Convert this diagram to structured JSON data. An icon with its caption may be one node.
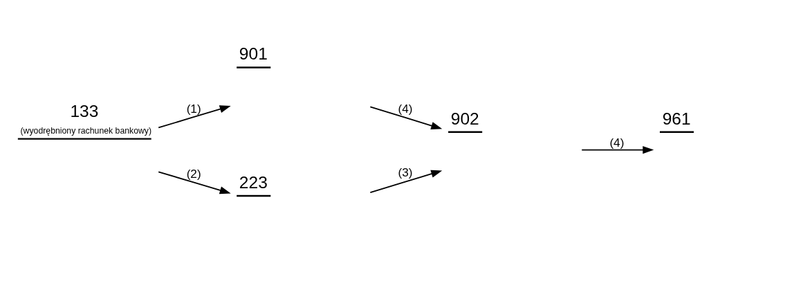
{
  "diagram": {
    "nodes": [
      {
        "text": [
          "901"
        ]
      },
      {
        "text": [
          "133",
          "(wyodrębniony rachunek bankowy)"
        ]
      },
      {
        "text": [
          "223"
        ]
      },
      {
        "text": [
          "902"
        ]
      },
      {
        "text": [
          "961"
        ]
      }
    ],
    "edges": [
      {
        "from": 1,
        "to": 0,
        "arrow": "to",
        "label": "(1)"
      },
      {
        "from": 1,
        "to": 2,
        "arrow": "to",
        "label": "(2)"
      },
      {
        "from": 2,
        "to": 3,
        "arrow": "to",
        "label": "(3)"
      },
      {
        "from": 3,
        "to": 4,
        "arrow": "to",
        "label": "(4)"
      },
      {
        "from": 0,
        "to": 3,
        "arrow": "to",
        "label": "(4)"
      }
    ]
  }
}
